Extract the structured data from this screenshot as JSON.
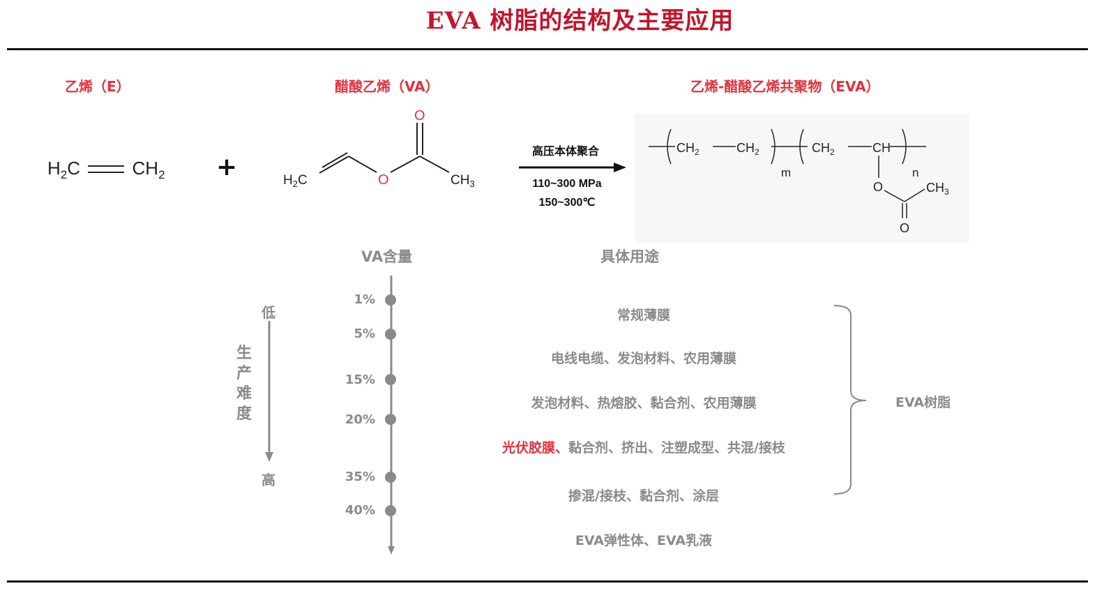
{
  "title": "EVA 树脂的结构及主要应用",
  "reactants": {
    "ethylene_label": "乙烯（E）",
    "vinyl_acetate_label": "醋酸乙烯（VA）",
    "copolymer_label": "乙烯-醋酸乙烯共聚物（EVA）",
    "plus": "+"
  },
  "ethylene": {
    "left": "H",
    "left_sub": "2",
    "left_c": "C",
    "right_c": "CH",
    "right_sub": "2"
  },
  "vinyl_acetate": {
    "h2c": "H",
    "h2c_sub": "2",
    "h2c_c": "C",
    "o_ester": "O",
    "o_carbonyl": "O",
    "ch3": "CH",
    "ch3_sub": "3"
  },
  "reaction": {
    "method": "高压本体聚合",
    "pressure": "110~300 MPa",
    "temperature": "150~300℃"
  },
  "eva_structure": {
    "ch2_1": "CH",
    "ch2_2": "CH",
    "ch2_3": "CH",
    "ch": "CH",
    "sub2": "2",
    "m": "m",
    "n": "n",
    "o": "O",
    "o2": "O",
    "ch3": "CH",
    "sub3": "3"
  },
  "table": {
    "va_header": "VA含量",
    "use_header": "具体用途",
    "difficulty_low": "低",
    "difficulty_high": "高",
    "difficulty_label": [
      "生",
      "产",
      "难",
      "度"
    ],
    "va_levels": [
      "1%",
      "5%",
      "15%",
      "20%",
      "35%",
      "40%"
    ],
    "uses": [
      {
        "highlight": "",
        "text": "常规薄膜"
      },
      {
        "highlight": "",
        "text": "电线电缆、发泡材料、农用薄膜"
      },
      {
        "highlight": "",
        "text": "发泡材料、热熔胶、黏合剂、农用薄膜"
      },
      {
        "highlight": "光伏胶膜、",
        "text": "黏合剂、挤出、注塑成型、共混/接枝"
      },
      {
        "highlight": "",
        "text": "掺混/接枝、黏合剂、涂层"
      },
      {
        "highlight": "",
        "text": "EVA弹性体、EVA乳液"
      }
    ],
    "bracket_label": "EVA树脂"
  },
  "colors": {
    "accent_red": "#e0323e",
    "title_red": "#c3142b",
    "grey": "#8a8a8a"
  }
}
